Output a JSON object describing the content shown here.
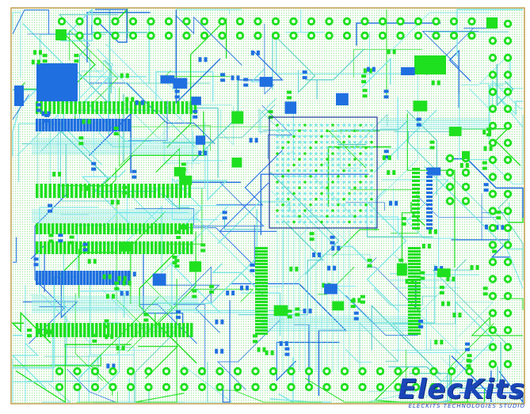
{
  "image": {
    "subject": "pcb-layout",
    "colors": {
      "background": "#ffffff",
      "copper_top": "#1fe01f",
      "copper_bottom": "#1f6fe0",
      "trace_light": "#7fe7e7",
      "pour_dots": "#9fe89f",
      "board_outline": "#c4a050",
      "ic_outline": "#1a3a9a",
      "brand": "#1b46b8"
    }
  },
  "watermark": {
    "title": "ElecKits",
    "subtitle": "ELECKITS TECHNOLOGIES STUDIO"
  }
}
